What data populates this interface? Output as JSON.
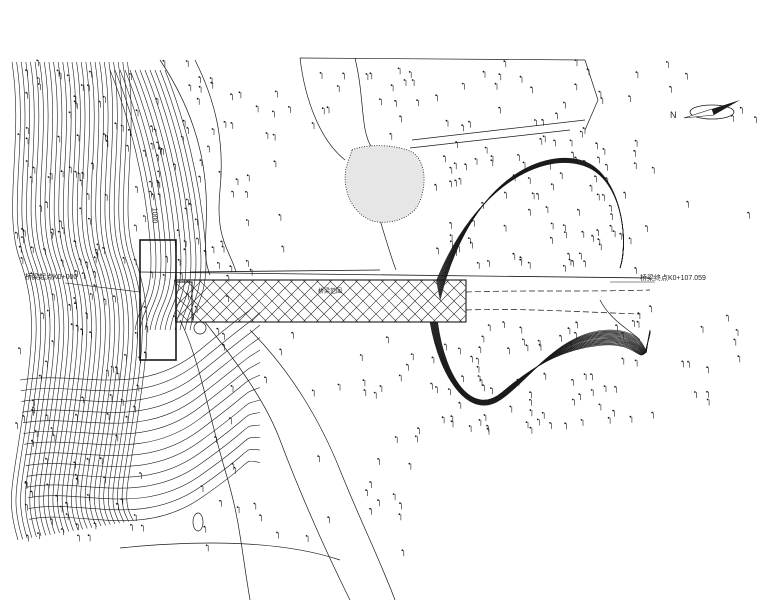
{
  "map": {
    "start_label": "桥梁起点K0+000",
    "end_label": "桥梁终点K0+107.059",
    "center_label": "桥梁范围",
    "contour_label": "1000",
    "north_label": "N",
    "colors": {
      "line": "#1a1a1a",
      "hatch": "#333333",
      "pond_fill": "#e6e6e6"
    }
  }
}
